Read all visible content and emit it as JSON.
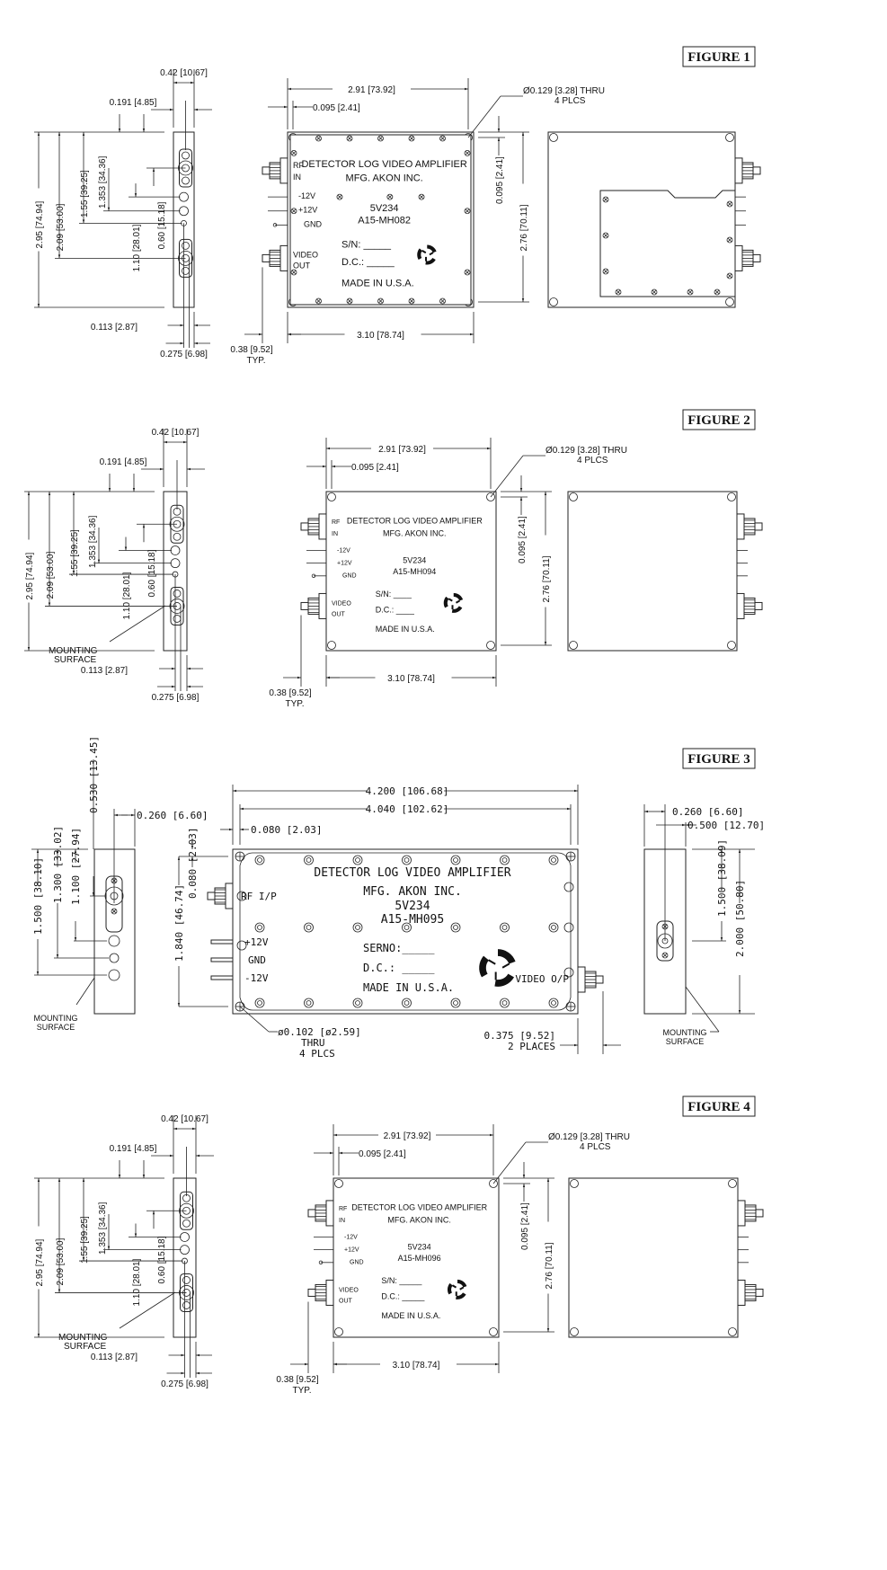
{
  "figures": [
    {
      "title": "FIGURE 1",
      "side": {
        "width": "0.42 [10.67]",
        "offset": "0.191 [4.85]",
        "height": "2.95 [74.94]",
        "d_video": "2.09 [53.00]",
        "d_gnd": "1.55 [39.25]",
        "d_pin": "1.353 [34.36]",
        "d_mid": "1.10 [28.01]",
        "d_rf": "0.60 [15.18]",
        "b1": "0.113 [2.87]",
        "b2": "0.275 [6.98]"
      },
      "front": {
        "width_holes": "2.91 [73.92]",
        "hole_offset": "0.095 [2.41]",
        "hole_callout": "Ø0.129 [3.28]  THRU",
        "hole_count": "4 PLCS",
        "v_offset": "0.095 [2.41]",
        "height": "2.76 [70.11]",
        "width": "3.10 [78.74]",
        "conn": "0.38 [9.52]",
        "typ": "TYP.",
        "label": {
          "title": "DETECTOR LOG VIDEO AMPLIFIER",
          "mfg": "MFG. AKON INC.",
          "model": "5V234",
          "part": "A15-MH082",
          "sn": "S/N: _____",
          "dc": "D.C.: _____",
          "made": "MADE IN U.S.A."
        },
        "pins": {
          "rf1": "RF",
          "rf2": "IN",
          "m12": "-12V",
          "p12": "+12V",
          "gnd": "GND",
          "vid1": "VIDEO",
          "vid2": "OUT"
        }
      }
    },
    {
      "title": "FIGURE 2",
      "side": {
        "width": "0.42 [10.67]",
        "offset": "0.191 [4.85]",
        "height": "2.95 [74.94]",
        "d_video": "2.09 [53.00]",
        "d_gnd": "1.55 [39.25]",
        "d_pin": "1.353 [34.36]",
        "d_mid": "1.10 [28.01]",
        "d_rf": "0.60 [15.18]",
        "b1": "0.113 [2.87]",
        "b2": "0.275 [6.98]",
        "mount1": "MOUNTING",
        "mount2": "SURFACE"
      },
      "front": {
        "width_holes": "2.91 [73.92]",
        "hole_offset": "0.095 [2.41]",
        "hole_callout": "Ø0.129 [3.28]   THRU",
        "hole_count": "4 PLCS",
        "v_offset": "0.095 [2.41]",
        "height": "2.76 [70.11]",
        "width": "3.10 [78.74]",
        "conn": "0.38 [9.52]",
        "typ": "TYP.",
        "label": {
          "title": "DETECTOR LOG VIDEO AMPLIFIER",
          "mfg": "MFG. AKON INC.",
          "model": "5V234",
          "part": "A15-MH094",
          "sn": "S/N: ____",
          "dc": "D.C.: ____",
          "made": "MADE IN U.S.A."
        },
        "pins": {
          "rf1": "RF",
          "rf2": "IN",
          "m12": "-12V",
          "p12": "+12V",
          "gnd": "GND",
          "vid1": "VIDEO",
          "vid2": "OUT"
        }
      }
    },
    {
      "title": "FIGURE 3",
      "left": {
        "width": "0.260 [6.60]",
        "d1": "0.530 [13.45]",
        "d2": "1.500 [38.10]",
        "d3": "1.300 [33.02]",
        "d4": "1.100 [27.94]",
        "mount1": "MOUNTING",
        "mount2": "SURFACE"
      },
      "front": {
        "overall": "4.200 [106.68]",
        "holes": "4.040 [102.62]",
        "hole_offset": "0.080 [2.03]",
        "v_offset": "0.080 [2.03]",
        "height": "1.840 [46.74]",
        "hole_callout": "ø0.102 [ø2.59]",
        "thru": "THRU",
        "plcs": "4  PLCS",
        "conn": "0.375 [9.52]",
        "conn_places": "2  PLACES",
        "label": {
          "title": "DETECTOR LOG VIDEO AMPLIFIER",
          "mfg": "MFG. AKON INC.",
          "model": "5V234",
          "part": "A15-MH095",
          "sn": "SERNO:_____",
          "dc": "D.C.: _____",
          "made": "MADE  IN  U.S.A."
        },
        "pins": {
          "rf": "RF I/P",
          "p12": "+12V",
          "gnd": "GND",
          "m12": "-12V",
          "video": "VIDEO O/P"
        }
      },
      "right": {
        "width": "0.260 [6.60]",
        "width2": "0.500 [12.70]",
        "d1": "1.500 [38.09]",
        "d2": "2.000 [50.80]",
        "mount1": "MOUNTING",
        "mount2": "SURFACE"
      }
    },
    {
      "title": "FIGURE 4",
      "side": {
        "width": "0.42 [10.67]",
        "offset": "0.191 [4.85]",
        "height": "2.95 [74.94]",
        "d_video": "2.09 [53.00]",
        "d_gnd": "1.55 [39.25]",
        "d_pin": "1.353 [34.36]",
        "d_mid": "1.10 [28.01]",
        "d_rf": "0.60 [15.18]",
        "b1": "0.113 [2.87]",
        "b2": "0.275 [6.98]",
        "mount1": "MOUNTING",
        "mount2": "SURFACE"
      },
      "front": {
        "width_holes": "2.91 [73.92]",
        "hole_offset": "0.095 [2.41]",
        "hole_callout": "Ø0.129 [3.28]   THRU",
        "hole_count": "4 PLCS",
        "v_offset": "0.095 [2.41]",
        "height": "2.76 [70.11]",
        "width": "3.10 [78.74]",
        "conn": "0.38 [9.52]",
        "typ": "TYP.",
        "label": {
          "title": "DETECTOR LOG VIDEO AMPLIFIER",
          "mfg": "MFG. AKON INC.",
          "model": "5V234",
          "part": "A15-MH096",
          "sn": "S/N: _____",
          "dc": "D.C.: _____",
          "made": "MADE IN U.S.A."
        },
        "pins": {
          "rf1": "RF",
          "rf2": "IN",
          "m12": "-12V",
          "p12": "+12V",
          "gnd": "GND",
          "vid1": "VIDEO",
          "vid2": "OUT"
        }
      }
    }
  ]
}
